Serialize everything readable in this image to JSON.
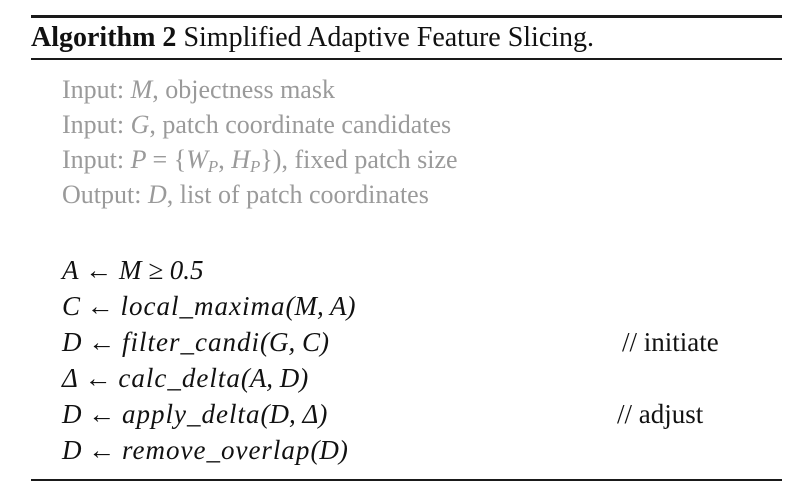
{
  "caption": {
    "label": "Algorithm 2",
    "title": "Simplified Adaptive Feature Slicing."
  },
  "io": [
    {
      "kind": "Input:",
      "symbol": "M",
      "desc": ", objectness mask"
    },
    {
      "kind": "Input:",
      "symbol": "G",
      "desc": ", patch coordinate candidates"
    },
    {
      "kind": "Input:",
      "symbol_html": "P = {W_P, H_P})",
      "desc": ", fixed patch size"
    },
    {
      "kind": "Output:",
      "symbol": "D",
      "desc": ", list of patch coordinates"
    }
  ],
  "steps": [
    {
      "lhs": "A",
      "arrow": "←",
      "rhs": "M ≥ 0.5",
      "comment": ""
    },
    {
      "lhs": "C",
      "arrow": "←",
      "fn": "local_maxima",
      "args": "(M, A)",
      "comment": ""
    },
    {
      "lhs": "D",
      "arrow": "←",
      "fn": "filter_candi",
      "args": "(G, C)",
      "comment": "// initiate"
    },
    {
      "lhs": "Δ",
      "arrow": "←",
      "fn": "calc_delta",
      "args": "(A, D)",
      "comment": ""
    },
    {
      "lhs": "D",
      "arrow": "←",
      "fn": "apply_delta",
      "args": "(D, Δ)",
      "comment": "// adjust"
    },
    {
      "lhs": "D",
      "arrow": "←",
      "fn": "remove_overlap",
      "args": "(D)",
      "comment": ""
    }
  ]
}
